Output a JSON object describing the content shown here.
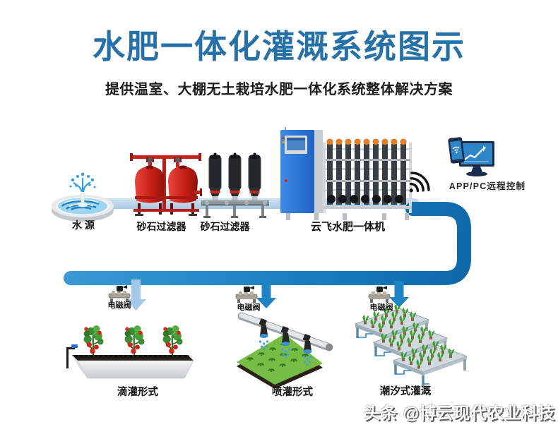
{
  "header": {
    "title": "水肥一体化灌溉系统图示",
    "subtitle": "提供温室、大棚无土栽培水肥一体化系统整体解决方案"
  },
  "colors": {
    "title_blue": "#2571a8",
    "pipe_blue": "#1e84c6",
    "pipe_band_light": "#bdd7ea",
    "arrow_light": "#a3c9e6",
    "filter_red": "#cf2b24",
    "machine_blue": "#2f7fd9"
  },
  "nodes": {
    "water_source": {
      "label": "水 源"
    },
    "sand_filter_1": {
      "label": "砂石过滤器"
    },
    "sand_filter_2": {
      "label": "砂石过滤器"
    },
    "machine": {
      "label": "云飞水肥一体机"
    },
    "remote": {
      "label": "APP/PC远程控制"
    }
  },
  "valves": [
    {
      "label": "电磁阀"
    },
    {
      "label": "电磁阀"
    },
    {
      "label": "电磁阀"
    }
  ],
  "irrigation": {
    "drip": {
      "label": "滴灌形式"
    },
    "sprinkler": {
      "label": "喷灌形式"
    },
    "tidal": {
      "label": "潮汐式灌溉"
    }
  },
  "watermark": {
    "text": "头条 @博云现代农业科技"
  }
}
